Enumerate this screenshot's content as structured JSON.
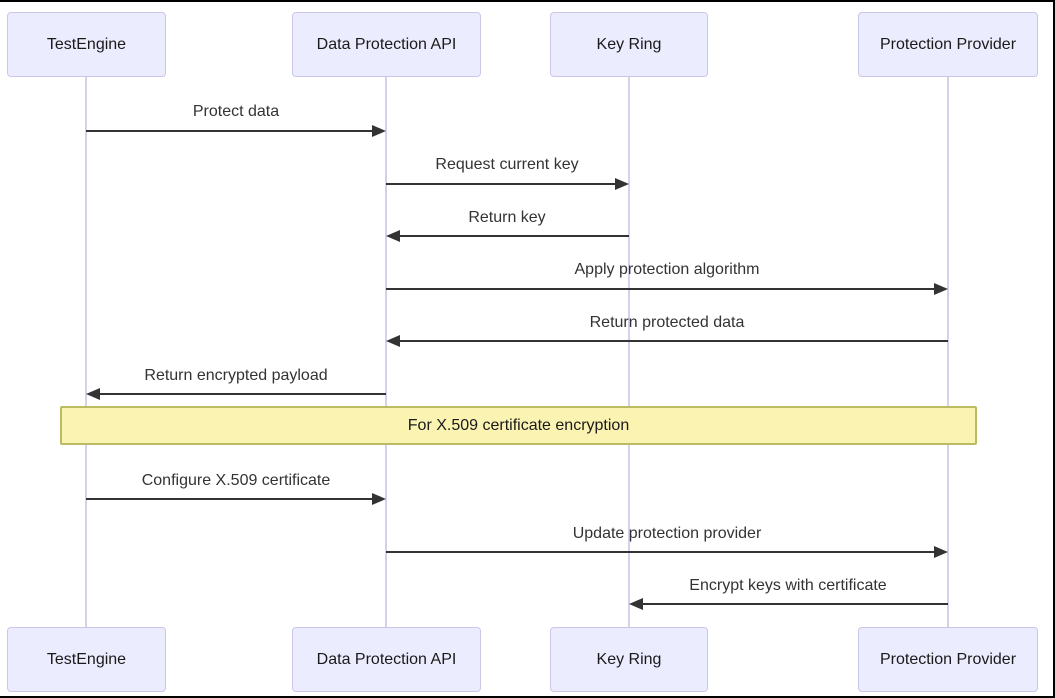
{
  "diagram": {
    "type": "sequence-diagram",
    "actors": [
      "TestEngine",
      "Data Protection API",
      "Key Ring",
      "Protection Provider"
    ],
    "messages": [
      {
        "from": "TestEngine",
        "to": "Data Protection API",
        "label": "Protect data",
        "direction": "right"
      },
      {
        "from": "Data Protection API",
        "to": "Key Ring",
        "label": "Request current key",
        "direction": "right"
      },
      {
        "from": "Key Ring",
        "to": "Data Protection API",
        "label": "Return key",
        "direction": "left"
      },
      {
        "from": "Data Protection API",
        "to": "Protection Provider",
        "label": "Apply protection algorithm",
        "direction": "right"
      },
      {
        "from": "Protection Provider",
        "to": "Data Protection API",
        "label": "Return protected data",
        "direction": "left"
      },
      {
        "from": "Data Protection API",
        "to": "TestEngine",
        "label": "Return encrypted payload",
        "direction": "left"
      },
      {
        "from": "TestEngine",
        "to": "Data Protection API",
        "label": "Configure X.509 certificate",
        "direction": "right"
      },
      {
        "from": "Data Protection API",
        "to": "Protection Provider",
        "label": "Update protection provider",
        "direction": "right"
      },
      {
        "from": "Protection Provider",
        "to": "Key Ring",
        "label": "Encrypt keys with certificate",
        "direction": "left"
      }
    ],
    "note": {
      "label": "For X.509 certificate encryption",
      "over": "all-actors"
    },
    "colors": {
      "actor_fill": "#ECECFF",
      "actor_border": "#CCC6E9",
      "lifeline": "#D6D0EC",
      "note_fill": "#FBF3B1",
      "note_border": "#BBBB64",
      "message_line": "#333333",
      "text": "#1a1a1a",
      "background": "#FFFFFF"
    }
  }
}
